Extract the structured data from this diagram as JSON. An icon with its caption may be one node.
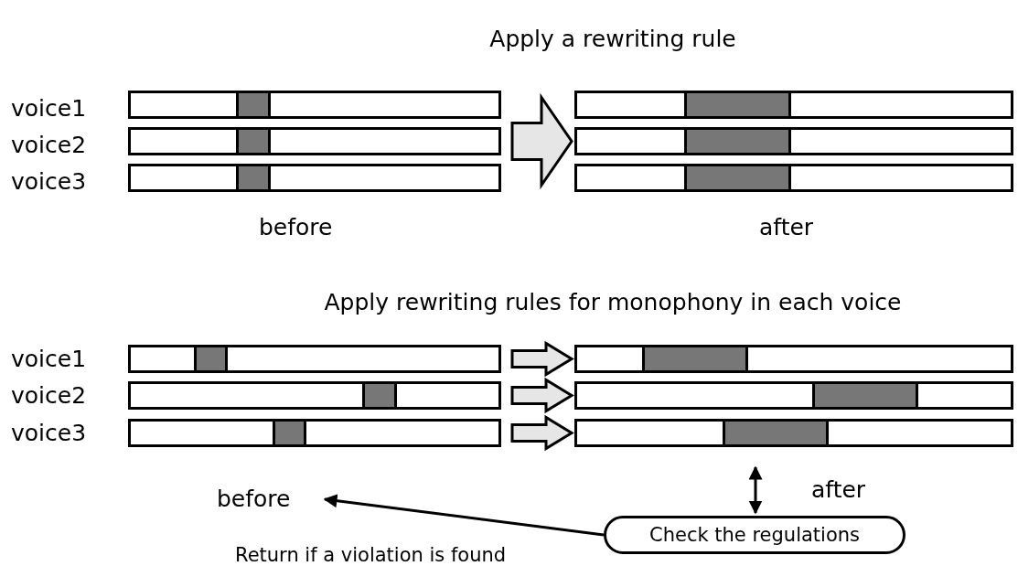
{
  "diagram": {
    "nodes": [
      {
        "text": [],
        "shape": "bar"
      },
      {
        "text": [],
        "shape": "bar"
      },
      {
        "text": [],
        "shape": "bar"
      },
      {
        "text": [],
        "shape": "bar"
      },
      {
        "text": [],
        "shape": "bar"
      },
      {
        "text": [],
        "shape": "bar"
      },
      {
        "text": [],
        "shape": "bar"
      },
      {
        "text": [],
        "shape": "bar"
      },
      {
        "text": [],
        "shape": "bar"
      },
      {
        "text": [],
        "shape": "bar"
      },
      {
        "text": [],
        "shape": "bar"
      },
      {
        "text": [],
        "shape": "bar"
      },
      {
        "text": [
          "before"
        ]
      },
      {
        "text": [
          "Check the regulations"
        ]
      },
      {
        "text": [],
        "shape": "box",
        "in": 0
      },
      {
        "text": [],
        "shape": "box",
        "in": 1
      },
      {
        "text": [],
        "shape": "box",
        "in": 2
      },
      {
        "text": [],
        "shape": "box",
        "in": 3
      },
      {
        "text": [],
        "shape": "box",
        "in": 4
      },
      {
        "text": [],
        "shape": "box",
        "in": 5
      },
      {
        "text": [],
        "shape": "box",
        "in": 6
      },
      {
        "text": [],
        "shape": "box",
        "in": 7
      },
      {
        "text": [],
        "shape": "box",
        "in": 8
      },
      {
        "text": [],
        "shape": "box",
        "in": 9
      },
      {
        "text": [],
        "shape": "box",
        "in": 10
      },
      {
        "text": [],
        "shape": "box",
        "in": 11
      }
    ],
    "edges": [
      {
        "from": 1,
        "to": 4,
        "arrow": "to",
        "style": "thick"
      },
      {
        "from": 6,
        "to": 9,
        "arrow": "to",
        "style": "thick"
      },
      {
        "from": 7,
        "to": 10,
        "arrow": "to",
        "style": "thick"
      },
      {
        "from": 8,
        "to": 11,
        "arrow": "to",
        "style": "thick"
      },
      {
        "from": 11,
        "to": 13,
        "arrow": "both"
      },
      {
        "from": 13,
        "to": 12,
        "arrow": "to",
        "label": "Return if a violation is found"
      }
    ],
    "labels": [
      "Apply a rewriting rule",
      "voice1",
      "voice2",
      "voice3",
      "before",
      "after",
      "Apply rewriting rules for monophony in each voice",
      "voice1",
      "voice2",
      "voice3",
      "after"
    ]
  }
}
